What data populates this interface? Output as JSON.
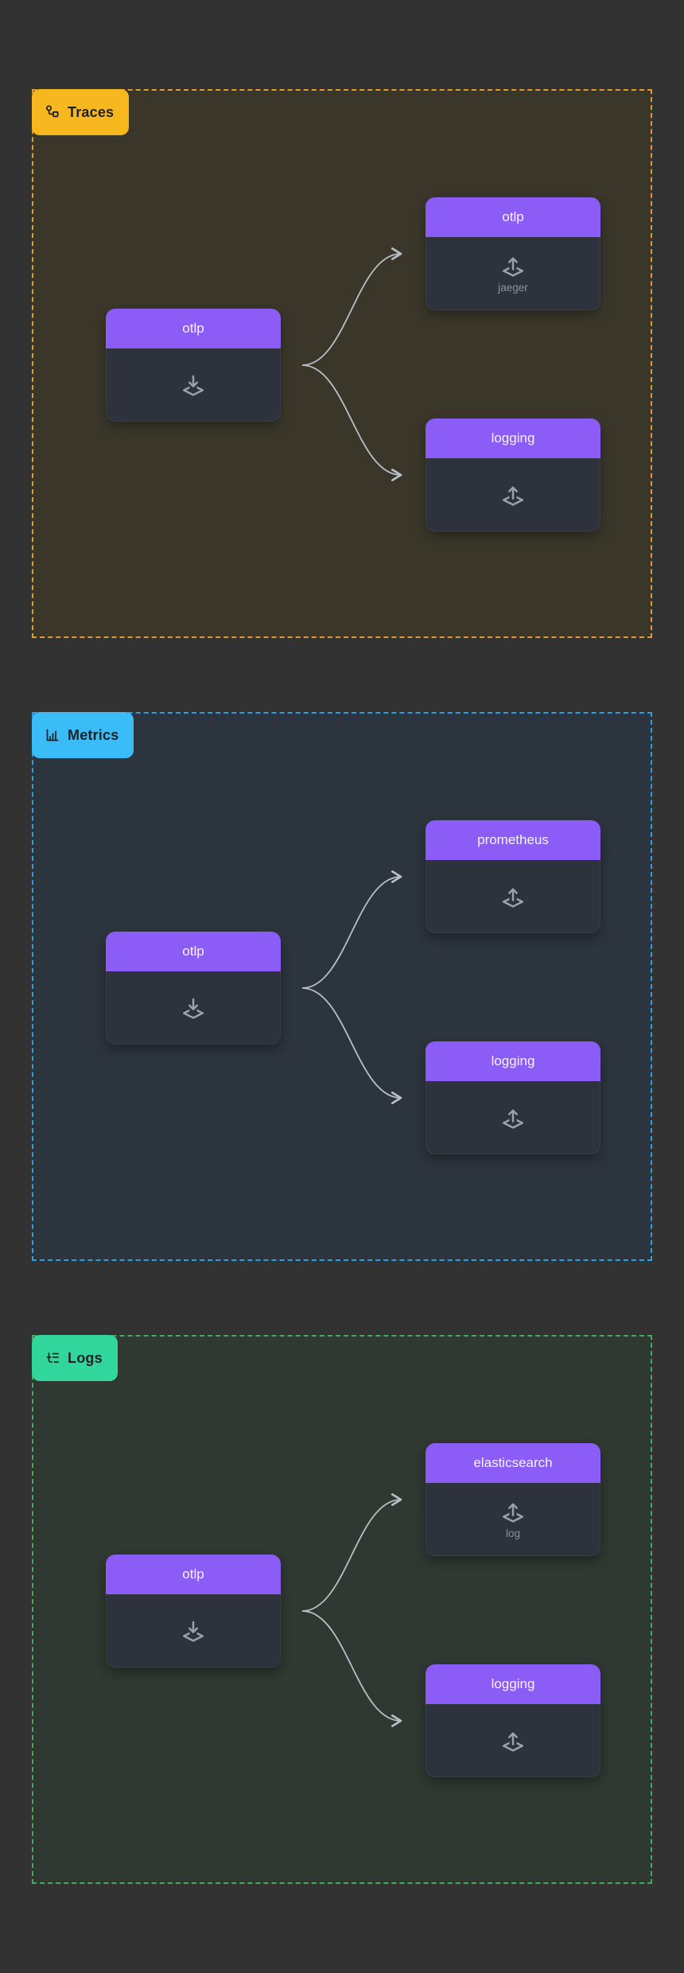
{
  "colors": {
    "page_bg": "#323232",
    "node_header": "#8b5cf6",
    "node_body": "#2e323c",
    "edge": "#b9c0c8",
    "traces_accent": "#f6b71f",
    "traces_border": "#e19b2e",
    "traces_bg": "#3a372a",
    "metrics_accent": "#3abdf7",
    "metrics_border": "#2e9fe0",
    "metrics_bg": "#2c343d",
    "logs_accent": "#30d69b",
    "logs_border": "#43ab60",
    "logs_bg": "#2f3831"
  },
  "sections": [
    {
      "badge_label": "Traces",
      "receiver": {
        "title": "otlp"
      },
      "exporters": [
        {
          "title": "otlp",
          "sublabel": "jaeger"
        },
        {
          "title": "logging",
          "sublabel": ""
        }
      ]
    },
    {
      "badge_label": "Metrics",
      "receiver": {
        "title": "otlp"
      },
      "exporters": [
        {
          "title": "prometheus",
          "sublabel": ""
        },
        {
          "title": "logging",
          "sublabel": ""
        }
      ]
    },
    {
      "badge_label": "Logs",
      "receiver": {
        "title": "otlp"
      },
      "exporters": [
        {
          "title": "elasticsearch",
          "sublabel": "log"
        },
        {
          "title": "logging",
          "sublabel": ""
        }
      ]
    }
  ]
}
